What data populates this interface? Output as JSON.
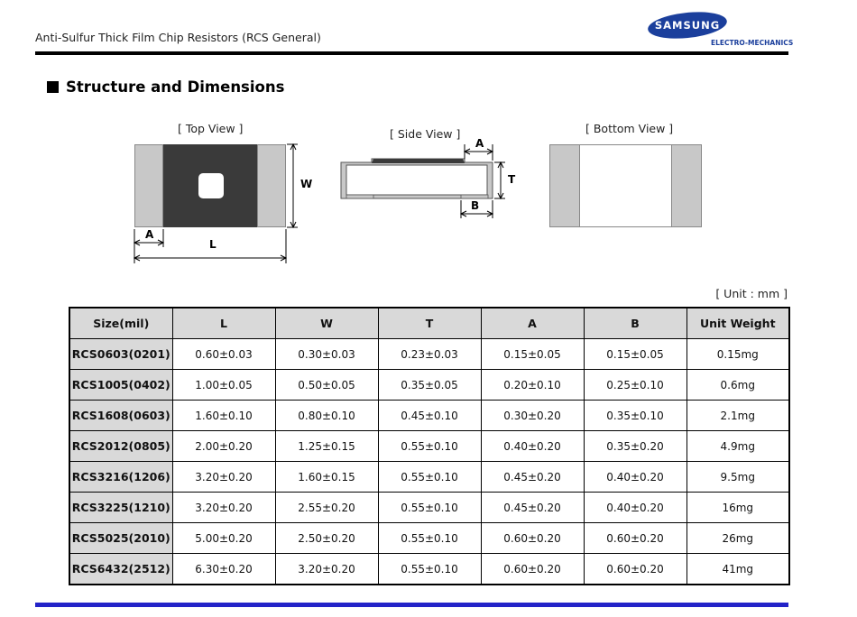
{
  "header": {
    "title": "Anti-Sulfur Thick Film Chip Resistors (RCS General)",
    "logo_word": "SAMSUNG",
    "logo_sub": "ELECTRO-MECHANICS"
  },
  "section": {
    "heading": "Structure and Dimensions"
  },
  "diagram": {
    "top_view_label": "[ Top View ]",
    "side_view_label": "[ Side View ]",
    "bottom_view_label": "[ Bottom View ]",
    "dim_w": "W",
    "dim_l": "L",
    "dim_a_top": "A",
    "dim_a_side": "A",
    "dim_b": "B",
    "dim_t": "T"
  },
  "table": {
    "unit_note": "[ Unit : mm ]",
    "headers": [
      "Size(mil)",
      "L",
      "W",
      "T",
      "A",
      "B",
      "Unit Weight"
    ],
    "rows": [
      [
        "RCS0603(0201)",
        "0.60±0.03",
        "0.30±0.03",
        "0.23±0.03",
        "0.15±0.05",
        "0.15±0.05",
        "0.15mg"
      ],
      [
        "RCS1005(0402)",
        "1.00±0.05",
        "0.50±0.05",
        "0.35±0.05",
        "0.20±0.10",
        "0.25±0.10",
        "0.6mg"
      ],
      [
        "RCS1608(0603)",
        "1.60±0.10",
        "0.80±0.10",
        "0.45±0.10",
        "0.30±0.20",
        "0.35±0.10",
        "2.1mg"
      ],
      [
        "RCS2012(0805)",
        "2.00±0.20",
        "1.25±0.15",
        "0.55±0.10",
        "0.40±0.20",
        "0.35±0.20",
        "4.9mg"
      ],
      [
        "RCS3216(1206)",
        "3.20±0.20",
        "1.60±0.15",
        "0.55±0.10",
        "0.45±0.20",
        "0.40±0.20",
        "9.5mg"
      ],
      [
        "RCS3225(1210)",
        "3.20±0.20",
        "2.55±0.20",
        "0.55±0.10",
        "0.45±0.20",
        "0.40±0.20",
        "16mg"
      ],
      [
        "RCS5025(2010)",
        "5.00±0.20",
        "2.50±0.20",
        "0.55±0.10",
        "0.60±0.20",
        "0.60±0.20",
        "26mg"
      ],
      [
        "RCS6432(2512)",
        "6.30±0.20",
        "3.20±0.20",
        "0.55±0.10",
        "0.60±0.20",
        "0.60±0.20",
        "41mg"
      ]
    ]
  },
  "colors": {
    "accent_rule": "#2323c8",
    "logo_blue": "#1b3f9c",
    "header_fill": "#d9d9d9",
    "resistor_body": "#3a3a3a",
    "terminal": "#c8c8c8"
  }
}
